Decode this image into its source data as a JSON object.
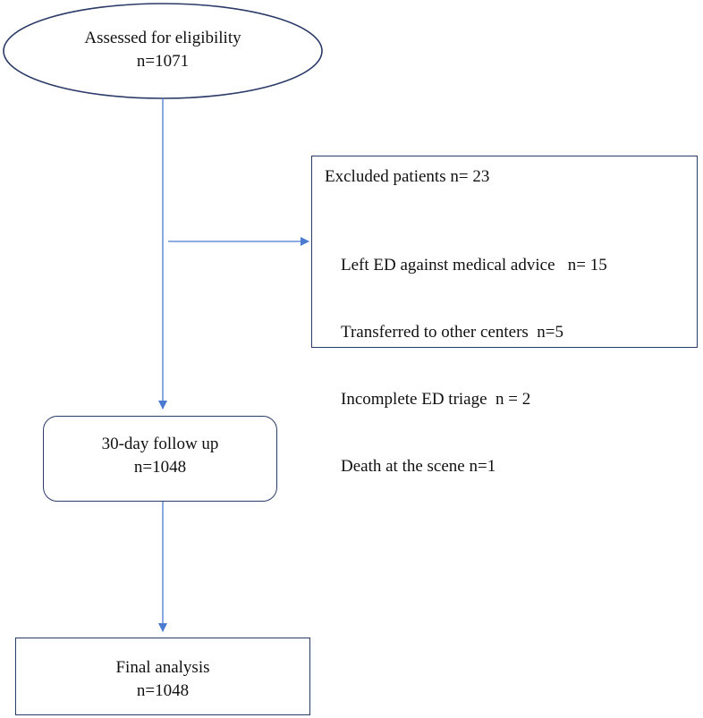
{
  "flow": {
    "assessed": {
      "line1": "Assessed for eligibility",
      "line2": "n=1071"
    },
    "excluded": {
      "title": "Excluded patients n= 23",
      "reasons": [
        "Left ED against medical advice   n= 15",
        "Transferred to other centers  n=5",
        "Incomplete ED triage  n = 2",
        "Death at the scene n=1"
      ]
    },
    "followup": {
      "line1": "30-day follow up",
      "line2": "n=1048"
    },
    "final": {
      "line1": "Final analysis",
      "line2": "n=1048"
    }
  },
  "colors": {
    "connector": "#4a7bd0",
    "border": "#2b3a66"
  }
}
